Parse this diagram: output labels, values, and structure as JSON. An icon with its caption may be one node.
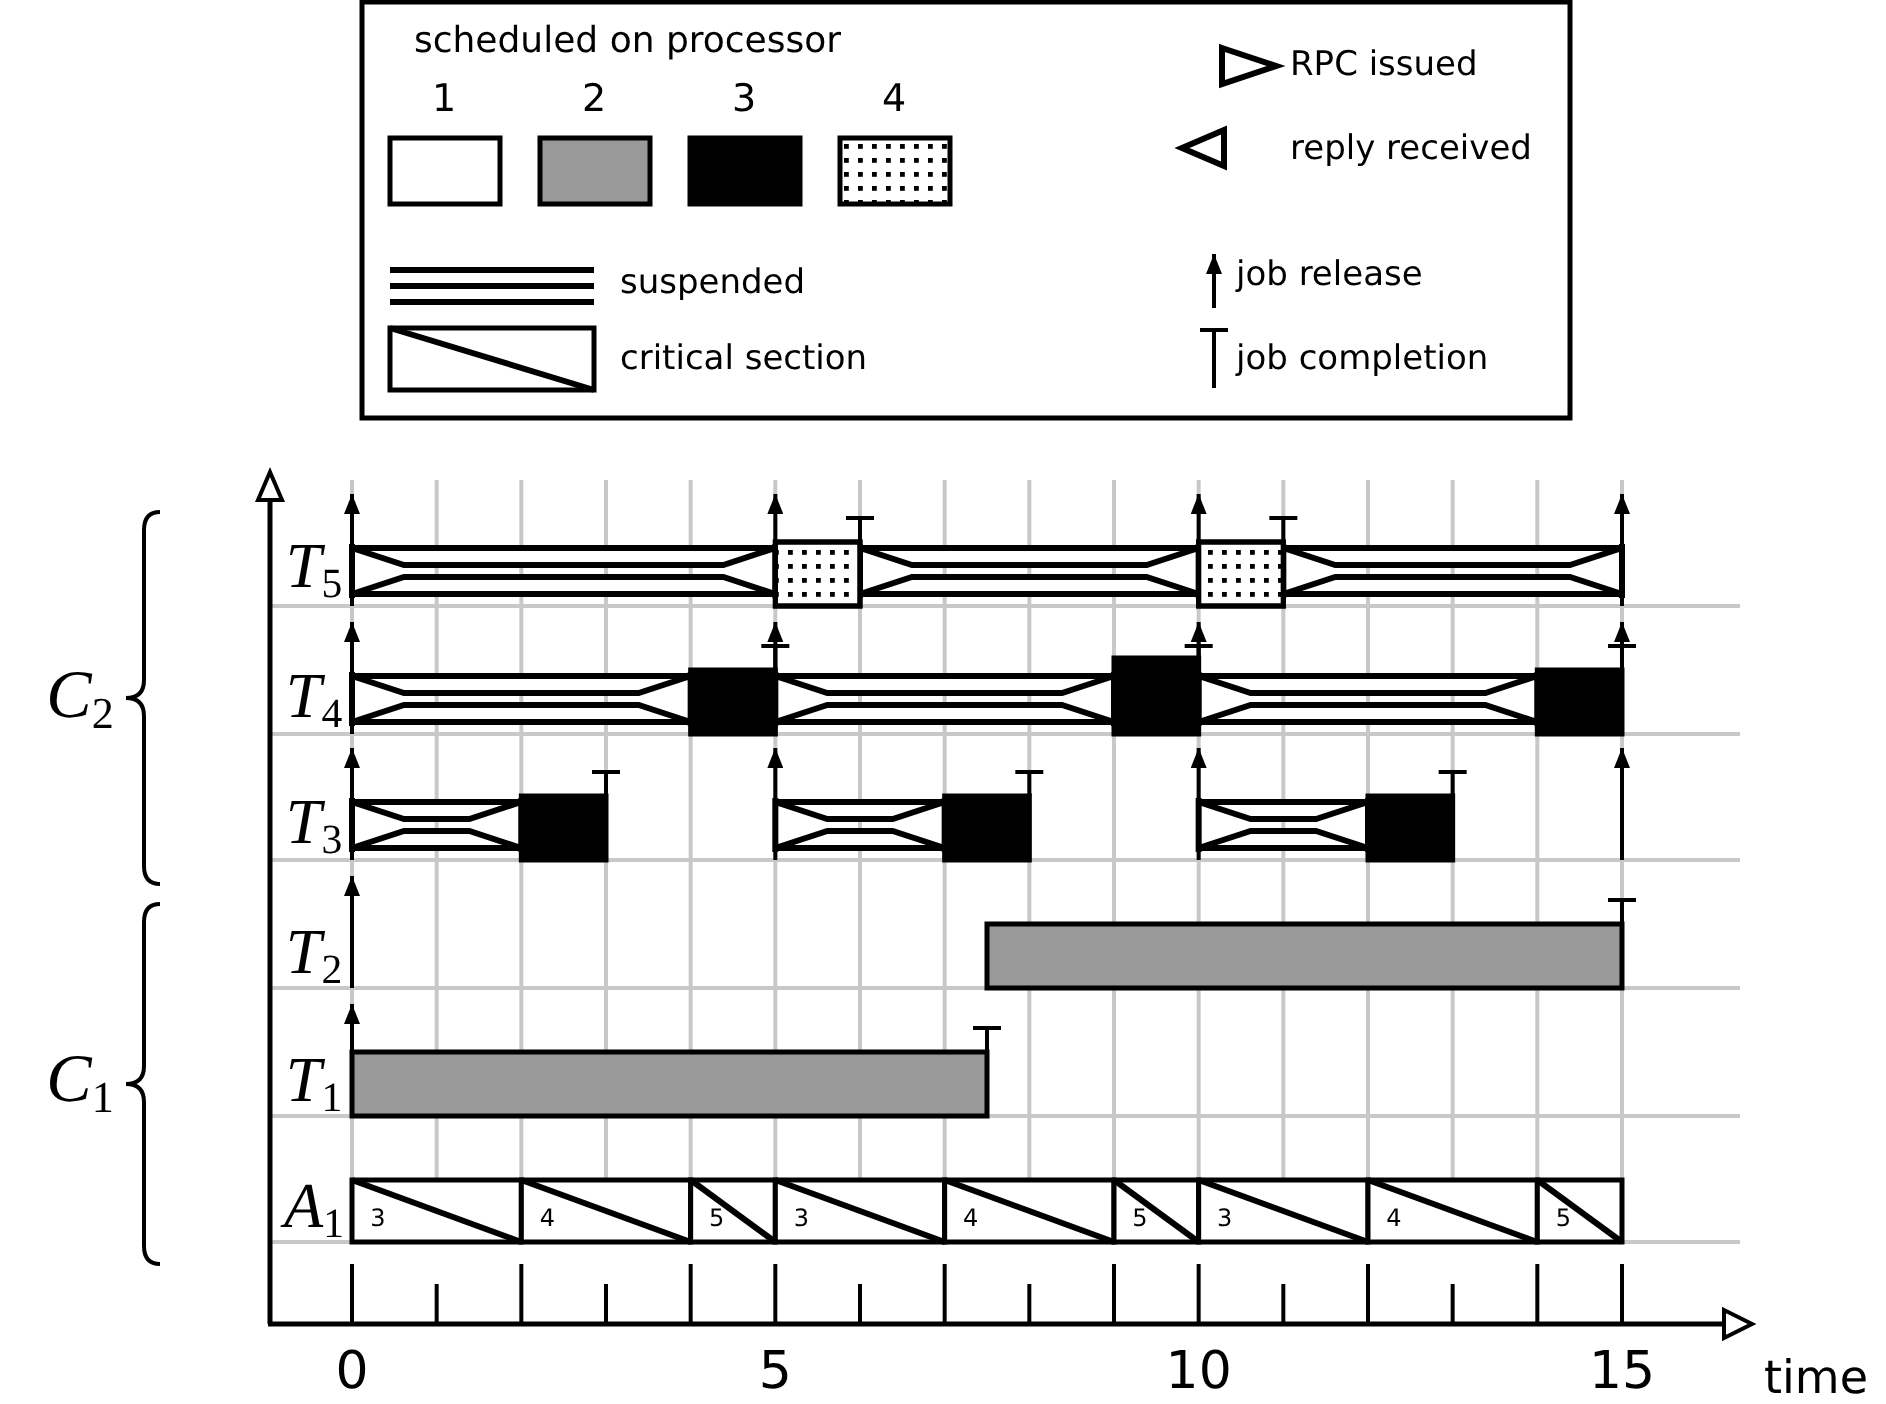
{
  "diagram": {
    "labels": [
      "scheduled on processor",
      "*T*$_{5}$",
      "*C*$_{2}$",
      "*T*$_{4}$",
      "*T*$_{3}$",
      "*T*$_{2}$",
      "*C*$_{1}$",
      "*T*$_{1}$",
      "*A*$_{1}$",
      "3",
      "4",
      "5",
      "3",
      "4",
      "5",
      "3",
      "4",
      "5",
      "0",
      "5",
      "10",
      "15",
      "time"
    ],
    "legend": [
      {
        "text": "1",
        "color": "#ffffff"
      },
      {
        "text": "2",
        "color": "#999999"
      },
      {
        "text": "3",
        "color": "#000000"
      },
      {
        "text": "4"
      },
      {
        "text": "suspended"
      },
      {
        "text": "critical section"
      },
      {
        "text": "RPC issued"
      },
      {
        "text": "reply received"
      },
      {
        "text": "job release"
      },
      {
        "text": "job completion"
      }
    ]
  }
}
